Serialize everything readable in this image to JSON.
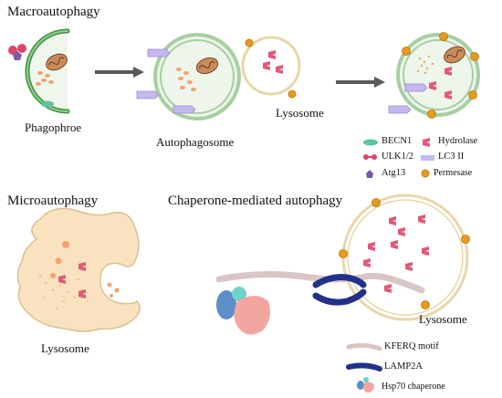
{
  "sections": {
    "macro": "Macroautophagy",
    "micro": "Microautophagy",
    "cma": "Chaperone-mediated autophagy"
  },
  "labels": {
    "phagophore": "Phagophroe",
    "autophagosome": "Autophagosome",
    "lysosome_top": "Lysosome",
    "lysosome_micro": "Lysosome",
    "lysosome_cma": "Lysosome"
  },
  "legend_top": {
    "becn1": "BECN1",
    "hydrolase": "Hydrolase",
    "ulk": "ULK1/2",
    "lc3": "LC3 II",
    "atg13": "Atg13",
    "permease": "Permesase"
  },
  "legend_bottom": {
    "kferq": "KFERQ motif",
    "lamp2a": "LAMP2A",
    "hsp70": "Hsp70 chaperone"
  },
  "colors": {
    "membrane_green": "#7cc37c",
    "membrane_tan": "#e9d6a8",
    "organelle_fill": "#eef5ea",
    "becn1": "#5fc4a4",
    "hydrolase": "#e05a78",
    "ulk": "#d9466a",
    "lc3": "#c5b8ee",
    "atg13": "#7c5aa8",
    "permease": "#e69b1e",
    "lamp2a": "#23318a",
    "kferq": "#d8c6c4",
    "vesicle": "#f5a36e",
    "arrow": "#5a5a5a"
  }
}
